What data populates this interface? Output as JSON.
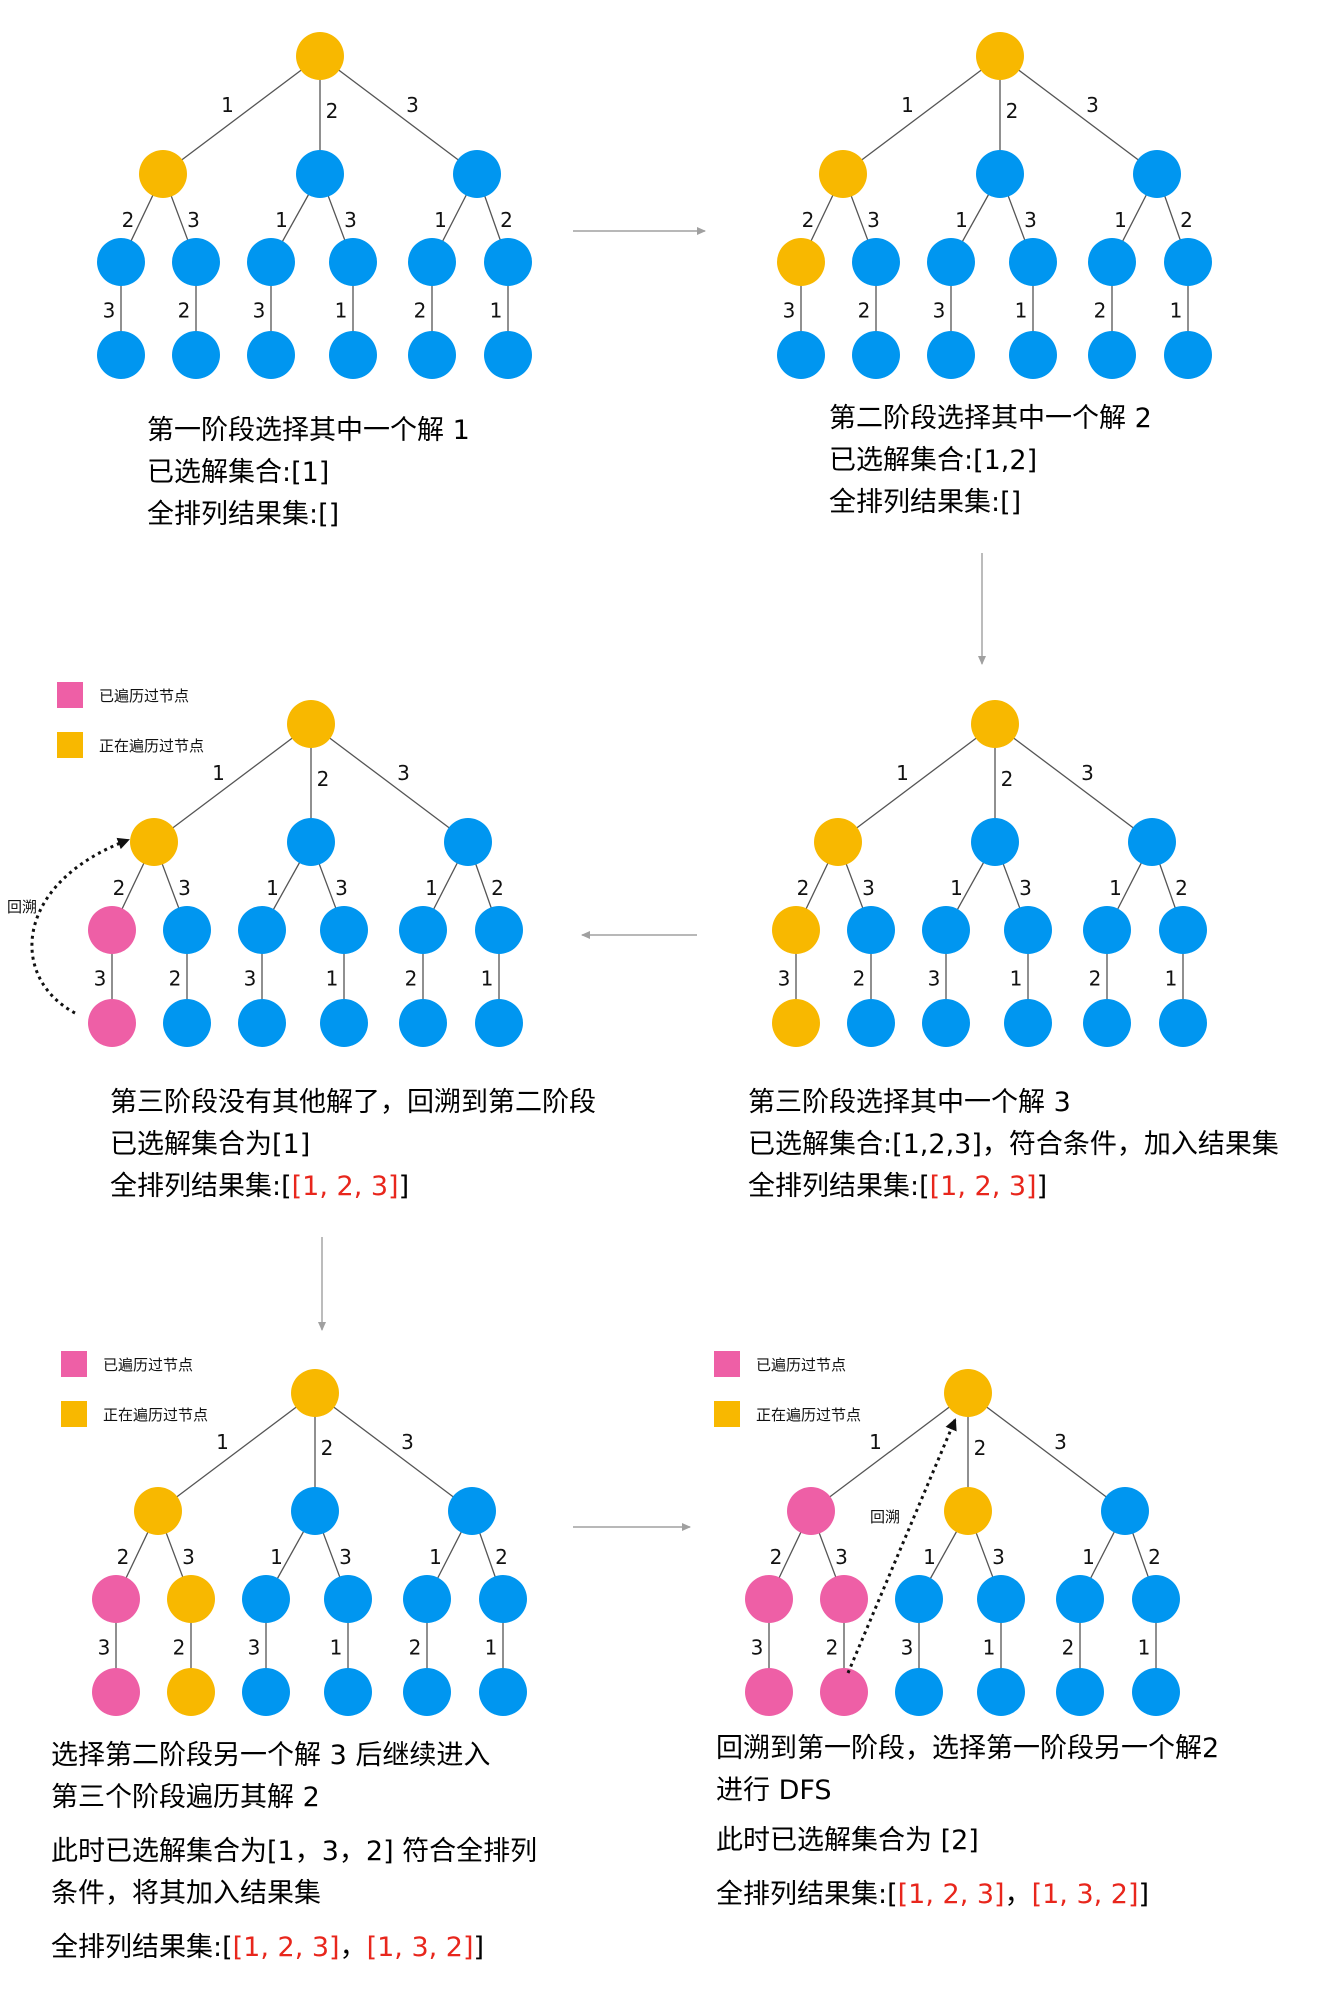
{
  "colors": {
    "current": "#f8b800",
    "unvisited": "#0096f0",
    "visited": "#ee5fa6",
    "edge": "#555555",
    "flow_arrow": "#a0a0a0",
    "backtrack_arrow": "#111111",
    "highlight_text": "#e8261c"
  },
  "legend": {
    "visited": "已遍历过节点",
    "current": "正在遍历过节点"
  },
  "backtrack_label": "回溯",
  "panels": [
    {
      "id": "p1",
      "node_states": [
        "c",
        "c",
        "u",
        "u",
        "u",
        "u",
        "u",
        "u",
        "u",
        "u",
        "u",
        "u",
        "u",
        "u",
        "u",
        "u"
      ],
      "legend": false,
      "backtrack": null,
      "captions": [
        [
          {
            "t": "第一阶段选择其中一个解 1"
          }
        ],
        [
          {
            "t": "已选解集合:[1]"
          }
        ],
        [
          {
            "t": "全排列结果集:[]"
          }
        ]
      ]
    },
    {
      "id": "p2",
      "node_states": [
        "c",
        "c",
        "u",
        "u",
        "c",
        "u",
        "u",
        "u",
        "u",
        "u",
        "u",
        "u",
        "u",
        "u",
        "u",
        "u"
      ],
      "legend": false,
      "backtrack": null,
      "captions": [
        [
          {
            "t": "第二阶段选择其中一个解 2"
          }
        ],
        [
          {
            "t": "已选解集合:[1,2]"
          }
        ],
        [
          {
            "t": "全排列结果集:[]"
          }
        ]
      ]
    },
    {
      "id": "p3",
      "node_states": [
        "c",
        "c",
        "u",
        "u",
        "v",
        "u",
        "u",
        "u",
        "u",
        "u",
        "v",
        "u",
        "u",
        "u",
        "u",
        "u"
      ],
      "legend": true,
      "backtrack": "left",
      "captions": [
        [
          {
            "t": "第三阶段没有其他解了，回溯到第二阶段"
          }
        ],
        [
          {
            "t": "已选解集合为[1]"
          }
        ],
        [
          {
            "t": "全排列结果集:["
          },
          {
            "t": "[1, 2, 3]",
            "red": true
          },
          {
            "t": "]"
          }
        ]
      ]
    },
    {
      "id": "p4",
      "node_states": [
        "c",
        "c",
        "u",
        "u",
        "c",
        "u",
        "u",
        "u",
        "u",
        "u",
        "c",
        "u",
        "u",
        "u",
        "u",
        "u"
      ],
      "legend": false,
      "backtrack": null,
      "captions": [
        [
          {
            "t": "第三阶段选择其中一个解 3"
          }
        ],
        [
          {
            "t": "已选解集合:[1,2,3]，符合条件，加入结果集"
          }
        ],
        [
          {
            "t": "全排列结果集:["
          },
          {
            "t": "[1, 2, 3]",
            "red": true
          },
          {
            "t": "]"
          }
        ]
      ]
    },
    {
      "id": "p5",
      "node_states": [
        "c",
        "c",
        "u",
        "u",
        "v",
        "c",
        "u",
        "u",
        "u",
        "u",
        "v",
        "c",
        "u",
        "u",
        "u",
        "u"
      ],
      "legend": true,
      "backtrack": null,
      "captions": [
        [
          {
            "t": "选择第二阶段另一个解 3 后继续进入"
          }
        ],
        [
          {
            "t": "第三个阶段遍历其解 2"
          }
        ],
        [
          {
            "t": "此时已选解集合为[1，3，2] 符合全排列"
          }
        ],
        [
          {
            "t": "条件，将其加入结果集"
          }
        ],
        [
          {
            "t": "全排列结果集:["
          },
          {
            "t": "[1, 2, 3]",
            "red": true
          },
          {
            "t": "，"
          },
          {
            "t": "[1, 3, 2]",
            "red": true
          },
          {
            "t": "]"
          }
        ]
      ]
    },
    {
      "id": "p6",
      "node_states": [
        "c",
        "v",
        "c",
        "u",
        "v",
        "v",
        "u",
        "u",
        "u",
        "u",
        "v",
        "v",
        "u",
        "u",
        "u",
        "u"
      ],
      "legend": true,
      "backtrack": "up",
      "captions": [
        [
          {
            "t": "回溯到第一阶段，选择第一阶段另一个解2"
          }
        ],
        [
          {
            "t": "进行 DFS"
          }
        ],
        [
          {
            "t": "此时已选解集合为 [2]"
          }
        ],
        [
          {
            "t": "全排列结果集:["
          },
          {
            "t": "[1, 2, 3]",
            "red": true
          },
          {
            "t": "，"
          },
          {
            "t": "[1, 3, 2]",
            "red": true
          },
          {
            "t": "]"
          }
        ]
      ]
    }
  ],
  "tree": {
    "edge_labels": {
      "root": [
        "1",
        "2",
        "3"
      ],
      "level2": [
        [
          "2",
          "3"
        ],
        [
          "1",
          "3"
        ],
        [
          "1",
          "2"
        ]
      ],
      "level3": [
        "3",
        "2",
        "3",
        "1",
        "2",
        "1"
      ]
    }
  }
}
